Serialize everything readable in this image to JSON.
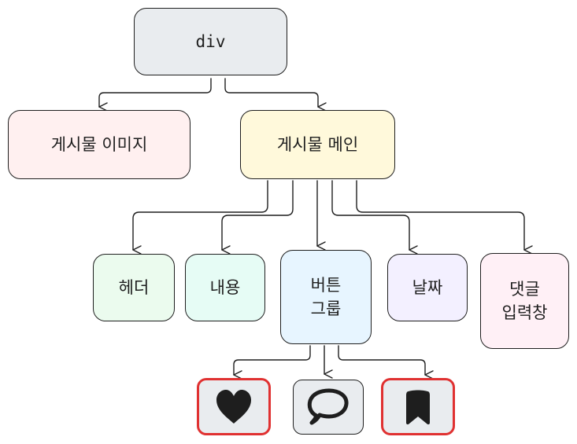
{
  "nodes": {
    "root": "div",
    "post_image": "게시물 이미지",
    "post_main": "게시물 메인",
    "header": "헤더",
    "content": "내용",
    "button_group": "버튼\n그룹",
    "date": "날짜",
    "comment_input": "댓글\n입력창"
  },
  "icons": [
    "heart-icon",
    "speech-bubble-icon",
    "bookmark-icon"
  ],
  "colors": {
    "root": "#e9ecef",
    "post_image": "#fff0f0",
    "post_main": "#fff9db",
    "header": "#ebfbee",
    "content": "#e6fcf5",
    "button_group": "#e7f5ff",
    "date": "#f3f0ff",
    "comment_input": "#fff0f6",
    "icon_bg": "#e9ecef",
    "highlight": "#e03131",
    "stroke": "#1e1e1e"
  }
}
